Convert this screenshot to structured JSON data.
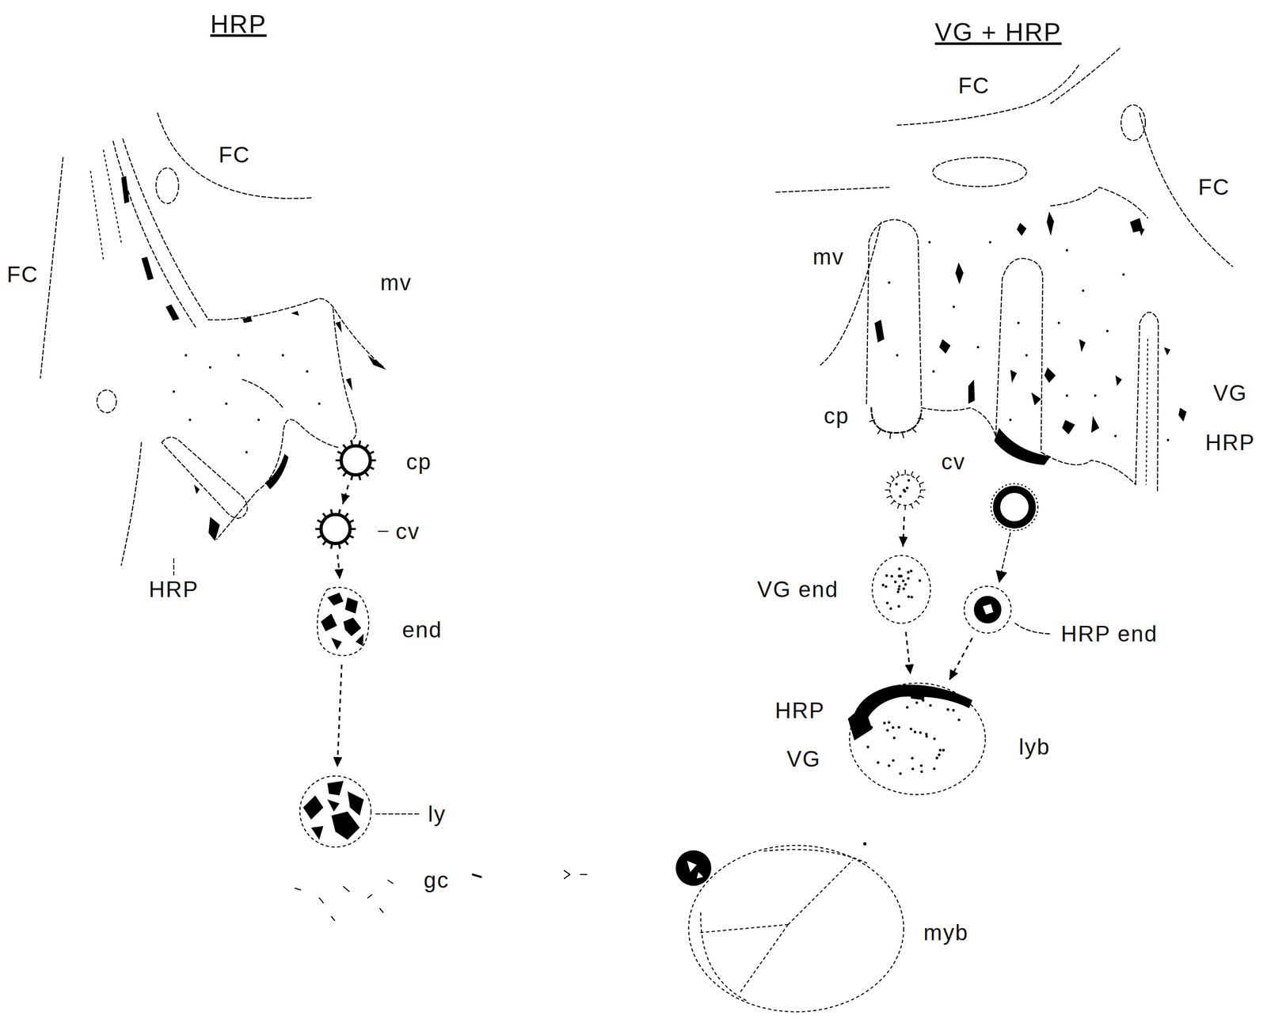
{
  "diagram": {
    "nodes": [
      {
        "text": [
          "cp"
        ]
      },
      {
        "text": [
          "cv"
        ]
      },
      {
        "text": [
          "end"
        ]
      },
      {
        "text": [
          "ly"
        ]
      },
      {
        "text": [
          "cv"
        ]
      },
      {
        "text": [
          "VG end"
        ]
      },
      {
        "text": [
          "HRP end"
        ]
      },
      {
        "text": [
          "HRP",
          "VG",
          "lyb"
        ]
      },
      {
        "text": [
          "myb"
        ]
      }
    ],
    "edges": [
      {
        "from": 0,
        "to": 1,
        "arrow": "to"
      },
      {
        "from": 1,
        "to": 2,
        "arrow": "to"
      },
      {
        "from": 2,
        "to": 3,
        "arrow": "to"
      },
      {
        "from": 4,
        "to": 5,
        "arrow": "to"
      },
      {
        "from": 5,
        "to": 7,
        "arrow": "to"
      },
      {
        "from": 6,
        "to": 7,
        "arrow": "to"
      }
    ],
    "labels": [
      "HRP",
      "FC",
      "FC",
      "mv",
      "HRP",
      "gc",
      "VG + HRP",
      "FC",
      "FC",
      "mv",
      "cp",
      "VG",
      "HRP"
    ]
  }
}
